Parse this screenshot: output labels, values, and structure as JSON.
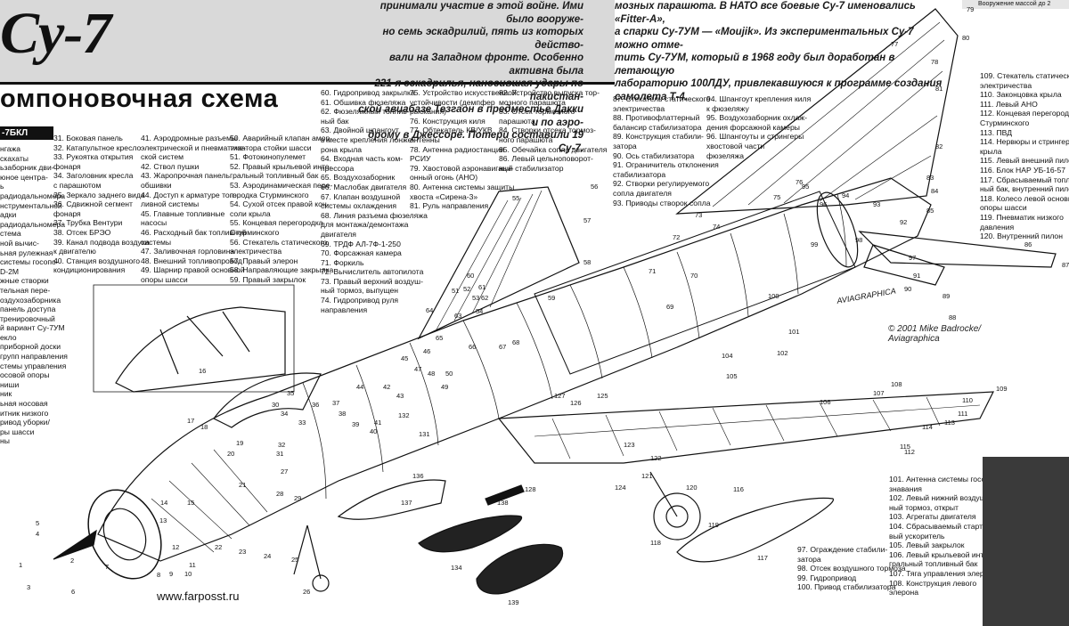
{
  "header": {
    "title_fragment": "Су-7",
    "intro_left": [
      "принимали участие в этой войне. Ими было вооруже-",
      "но семь эскадрилий, пять из которых действо-",
      "вали на Западном фронте. Особенно активна была",
      "221-я эскадрилья, наносившая удары по пакистан-",
      "ской авиабазе Тезгаон в предместье Дакки и по аэро-",
      "дрому в Джессоре. Потери составили 19 Су-7."
    ],
    "intro_right": [
      "мозных парашюта. В НАТО все боевые Су-7 именовались «Fitter-A»,",
      "а спарки Су-7УМ — «Moujik». Из экспериментальных Су-7 можно отме-",
      "тить Су-7УМ, который в 1968 году был доработан в летающую",
      "лабораторию 100ЛДУ, привлекавшуюся к программе создания",
      "самолета Т-4."
    ],
    "top_right_strip": "Вооружение массой до 2",
    "section_title": "омпоновочная схема",
    "tab_label": "-7БКЛ"
  },
  "legend": {
    "col0": [
      "нгажа",
      "скахаты",
      "ьзаборник дви-",
      "",
      "юное центра-",
      "",
      "ь",
      "радиодальномера",
      "нструментальной",
      "адки",
      "радиодальномера",
      "стема",
      "ной вычис-",
      "",
      "ьная рулежная",
      "",
      "системы госопо-",
      "D-2М",
      "жные створки",
      "тельная пере-",
      "оздухозаборника",
      "панель доступа",
      "",
      "тренировочный",
      "й вариант Су-7УМ",
      "екло",
      "",
      "приборной доски",
      "групп направления",
      "стемы управления",
      "осовой опоры",
      "",
      "ниши",
      "ник",
      "ьная носовая",
      "",
      "итник низкого",
      "",
      "ривод уборки/",
      "ры шасси",
      "ны"
    ],
    "col1": [
      "31. Боковая панель",
      "32. Катапультное кресло",
      "33. Рукоятка открытия",
      "фонаря",
      "34. Заголовник кресла",
      "с парашютом",
      "35. Зеркало заднего вида",
      "36. Сдвижной сегмент",
      "фонаря",
      "37. Трубка Вентури",
      "38. Отсек БРЭО",
      "39. Канал подвода воздуха",
      "к двигателю",
      "40. Станция воздушного",
      "кондиционирования"
    ],
    "col2": [
      "41. Аэродромные разъемы",
      "электрической и пневматиче-",
      "ской систем",
      "42. Ствол пушки",
      "43. Жаропрочная панель",
      "обшивки",
      "44. Доступ к арматуре топ-",
      "ливной системы",
      "45. Главные топливные",
      "насосы",
      "46. Расходный бак топливной",
      "системы",
      "47. Заливочная горловина",
      "48. Внешний топливопровод",
      "49. Шарнир правой основной",
      "опоры шасси"
    ],
    "col3": [
      "50. Аварийный клапан амор-",
      "тизатора стойки шасси",
      "51. Фотокинопулемет",
      "52. Правый крыльевой инте-",
      "гральный топливный бак",
      "53. Аэродинамическая пере-",
      "городка Стурминского",
      "54. Сухой отсек правой кон-",
      "соли крыла",
      "55. Концевая перегородка",
      "Стурминского",
      "56. Стекатель статического",
      "электричества",
      "57. Правый элерон",
      "58. Направляющие закрылка",
      "59. Правый закрылок"
    ],
    "col4": [
      "60. Гидропривод закрылка",
      "61. Обшивка фюзеляжа",
      "62. Фюзеляжный топлив-",
      "ный бак",
      "63. Двойной шпангоут",
      "в месте крепления лонже-",
      "рона крыла",
      "64. Входная часть ком-",
      "прессора",
      "65. Воздухозаборник",
      "66. Маслобак двигателя",
      "67. Клапан воздушной",
      "системы охлаждения",
      "68. Линия разъема фюзеляжа",
      "для монтажа/демонтажа",
      "двигателя",
      "69. ТРДФ АЛ-7Ф-1-250",
      "70. Форсажная камера",
      "71. Форкиль",
      "72. Вычислитель автопилота",
      "73. Правый верхний воздуш-",
      "ный тормоз, выпущен",
      "74. Гидропривод руля",
      "направления"
    ],
    "col5": [
      "75. Устройство искусственной",
      "устойчивости (демпфер",
      "рыскания)",
      "76. Конструкция киля",
      "77. Обтекатель КВ/УКВ",
      "антенны",
      "78. Антенна радиостанции",
      "РСИУ",
      "79. Хвостовой аэронавигаци-",
      "онный огонь (АНО)",
      "80. Антенна системы защиты",
      "хвоста «Сирена-3»",
      "81. Руль направления"
    ],
    "col6": [
      "82. Устройство выпуска тор-",
      "мозного парашюта",
      "83. Отсек тормозного",
      "парашюта",
      "84. Створки отсека тормоз-",
      "ного парашюта",
      "85. Обечайка сопла двигателя",
      "86. Левый цельноповорот-",
      "ный стабилизатор"
    ],
    "col7": [
      "87. Стекатель статического",
      "электричества",
      "88. Противофлаттерный",
      "балансир стабилизатора",
      "89. Конструкция стабили-",
      "затора",
      "90. Ось стабилизатора",
      "91. Ограничитель отклонения",
      "стабилизатора",
      "92. Створки регулируемого",
      "сопла двигателя",
      "93. Приводы створок сопла"
    ],
    "col8": [
      "94. Шпангоут крепления киля",
      "к фюзеляжу",
      "95. Воздухозаборник охлаж-",
      "дения форсажной камеры",
      "96. Шпангоуты и стрингеры",
      "хвостовой части",
      "фюзеляжа"
    ],
    "col9": [
      "109. Стекатель статического",
      "электричества",
      "110. Законцовка крыла",
      "111. Левый АНО",
      "112. Концевая перегородка",
      "Стурминского",
      "113. ПВД",
      "114. Нервюры и стрингеры",
      "крыла",
      "115. Левый внешний пилон",
      "116. Блок НАР УБ-16-57",
      "117. Сбрасываемый топлив-",
      "ный бак, внутренний пилон",
      "118. Колесо левой основной",
      "опоры шасси",
      "119. Пневматик низкого",
      "давления",
      "120. Внутренний пилон"
    ],
    "col10": [
      "97. Ограждение стабили-",
      "затора",
      "98. Отсек воздушного тормоза",
      "99. Гидропривод",
      "100. Привод стабилизатора"
    ],
    "col11": [
      "101. Антенна системы госопо-",
      "знавания",
      "102. Левый нижний воздуш-",
      "ный тормоз, открыт",
      "103. Агрегаты двигателя",
      "104. Сбрасываемый старто-",
      "вый ускоритель",
      "105. Левый закрылок",
      "106. Левый крыльевой инте-",
      "гральный топливный бак",
      "107. Тяга управления элерона",
      "108. Конструкция левого",
      "элерона"
    ]
  },
  "credits": {
    "copyright": "© 2001 Mike Badrocke/",
    "copyright2": "Aviagraphica",
    "url": "www.farposst.ru",
    "fuselage_mark": "AVIAGRAPHICA"
  },
  "callouts": [
    "55",
    "56",
    "57",
    "58",
    "59",
    "60",
    "61",
    "62",
    "63",
    "64",
    "65",
    "66",
    "67",
    "68",
    "69",
    "70",
    "71",
    "72",
    "73",
    "74",
    "75",
    "76",
    "77",
    "78",
    "79",
    "80",
    "81",
    "82",
    "83",
    "84",
    "85",
    "86",
    "87",
    "88",
    "89",
    "90",
    "91",
    "92",
    "93",
    "94",
    "95",
    "96",
    "97",
    "98",
    "99",
    "100",
    "101",
    "102",
    "104",
    "105",
    "106",
    "107",
    "108",
    "109",
    "110",
    "111",
    "112",
    "113",
    "114",
    "115",
    "116",
    "117",
    "118",
    "119",
    "120",
    "121",
    "122",
    "123",
    "124",
    "125",
    "126",
    "127",
    "128",
    "131",
    "132",
    "134",
    "136",
    "137",
    "138",
    "139",
    "16",
    "17",
    "18",
    "19",
    "20",
    "21",
    "22",
    "23",
    "24",
    "25",
    "26",
    "28",
    "29",
    "30",
    "31",
    "32",
    "33",
    "34",
    "35",
    "36",
    "37",
    "38",
    "39",
    "40",
    "41",
    "42",
    "43",
    "44",
    "45",
    "46",
    "47",
    "48",
    "49",
    "50",
    "51",
    "52",
    "53",
    "54",
    "1",
    "2",
    "3",
    "4",
    "5",
    "6",
    "7",
    "8",
    "9",
    "10",
    "11",
    "12",
    "13",
    "14",
    "15",
    "27"
  ],
  "colors": {
    "ink": "#111111",
    "band": "#d9d9d9",
    "photo": "#3a3a3a"
  }
}
